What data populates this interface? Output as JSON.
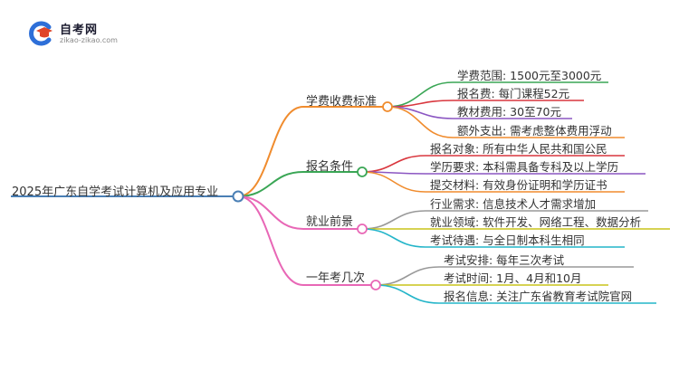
{
  "logo": {
    "title": "自考网",
    "subtitle": "zikao-zikao.com",
    "icon": "graduation-cap-c-icon"
  },
  "mindmap": {
    "root": {
      "label": "2025年广东自学考试计算机及应用专业",
      "color": "#4a7fb5"
    },
    "branches": [
      {
        "label": "学费收费标准",
        "color": "#f08c2e",
        "children": [
          {
            "label": "学费范围: 1500元至3000元",
            "color": "#3aa655"
          },
          {
            "label": "报名费: 每门课程52元",
            "color": "#d9373e"
          },
          {
            "label": "教材费用: 30至70元",
            "color": "#8b56c2"
          },
          {
            "label": "额外支出: 需考虑整体费用浮动",
            "color": "#f08c2e"
          }
        ]
      },
      {
        "label": "报名条件",
        "color": "#3aa655",
        "children": [
          {
            "label": "报名对象: 所有中华人民共和国公民",
            "color": "#d9373e"
          },
          {
            "label": "学历要求: 本科需具备专科及以上学历",
            "color": "#8b56c2"
          },
          {
            "label": "提交材料: 有效身份证明和学历证书",
            "color": "#f08c2e"
          }
        ]
      },
      {
        "label": "就业前景",
        "color": "#e867b6",
        "children": [
          {
            "label": "行业需求: 信息技术人才需求增加",
            "color": "#999999"
          },
          {
            "label": "就业领域: 软件开发、网络工程、数据分析",
            "color": "#c9c41a"
          },
          {
            "label": "考试待遇: 与全日制本科生相同",
            "color": "#24b5c9"
          }
        ]
      },
      {
        "label": "一年考几次",
        "color": "#e867b6",
        "children": [
          {
            "label": "考试安排: 每年三次考试",
            "color": "#999999"
          },
          {
            "label": "考试时间: 1月、4月和10月",
            "color": "#c9c41a"
          },
          {
            "label": "报名信息: 关注广东省教育考试院官网",
            "color": "#24b5c9"
          }
        ]
      }
    ]
  }
}
